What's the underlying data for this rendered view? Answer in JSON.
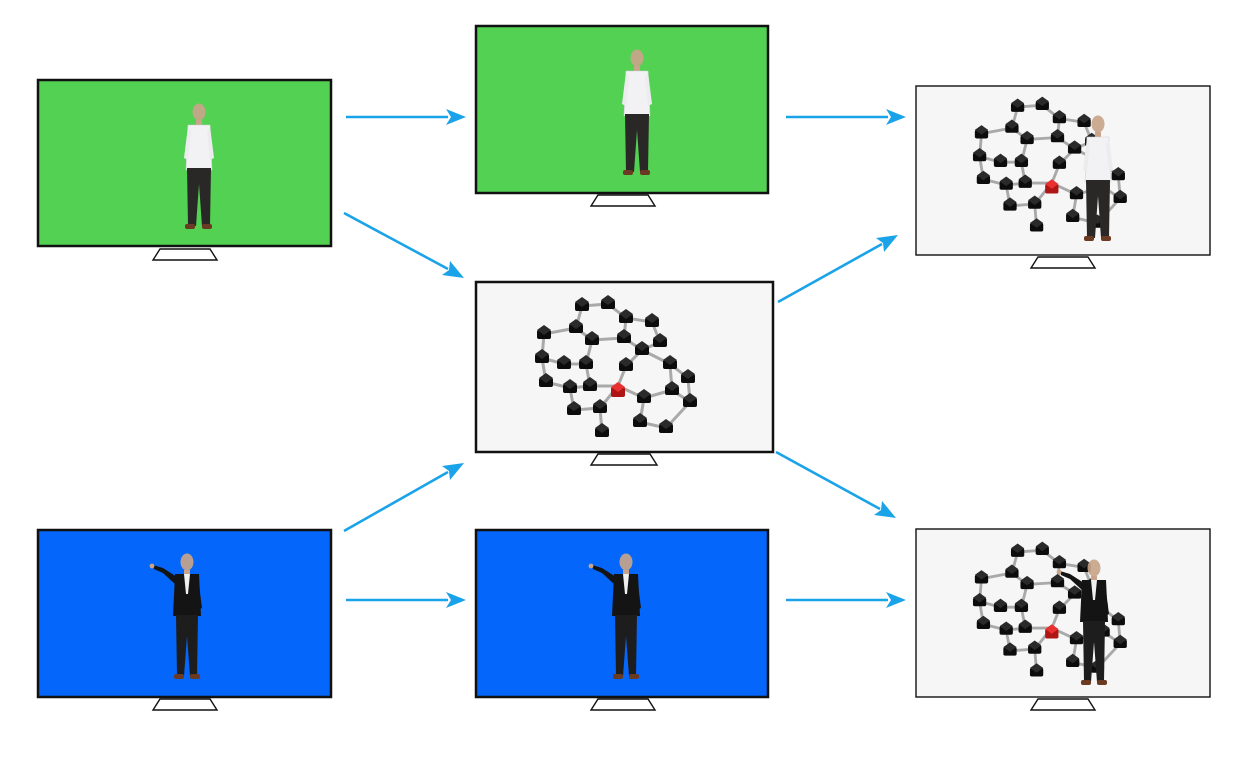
{
  "colors": {
    "green_screen": "#53d153",
    "blue_screen": "#0466fb",
    "white_screen": "#f6f6f6",
    "frame": "#111111",
    "arrow": "#1aa3e8",
    "red_atom": "#d81e1e"
  },
  "screens": [
    {
      "id": "green-source",
      "background": "green",
      "subject": "presenter-standing"
    },
    {
      "id": "green-keyed",
      "background": "green",
      "subject": "presenter-standing"
    },
    {
      "id": "composite-top",
      "background": "white",
      "subject": "presenter-standing-with-molecule"
    },
    {
      "id": "molecule-background",
      "background": "white",
      "subject": "molecule-model"
    },
    {
      "id": "blue-source",
      "background": "blue",
      "subject": "presenter-pointing"
    },
    {
      "id": "blue-keyed",
      "background": "blue",
      "subject": "presenter-pointing"
    },
    {
      "id": "composite-bottom",
      "background": "white",
      "subject": "presenter-pointing-with-molecule"
    }
  ],
  "arrows": [
    {
      "from": "green-source",
      "to": "green-keyed"
    },
    {
      "from": "green-keyed",
      "to": "composite-top"
    },
    {
      "from": "green-source",
      "to": "molecule-background"
    },
    {
      "from": "molecule-background",
      "to": "composite-top"
    },
    {
      "from": "blue-source",
      "to": "molecule-background"
    },
    {
      "from": "blue-source",
      "to": "blue-keyed"
    },
    {
      "from": "blue-keyed",
      "to": "composite-bottom"
    },
    {
      "from": "molecule-background",
      "to": "composite-bottom"
    }
  ],
  "icons": [
    "tv-stand-icon",
    "arrow-right-icon",
    "person-icon",
    "molecule-icon"
  ]
}
